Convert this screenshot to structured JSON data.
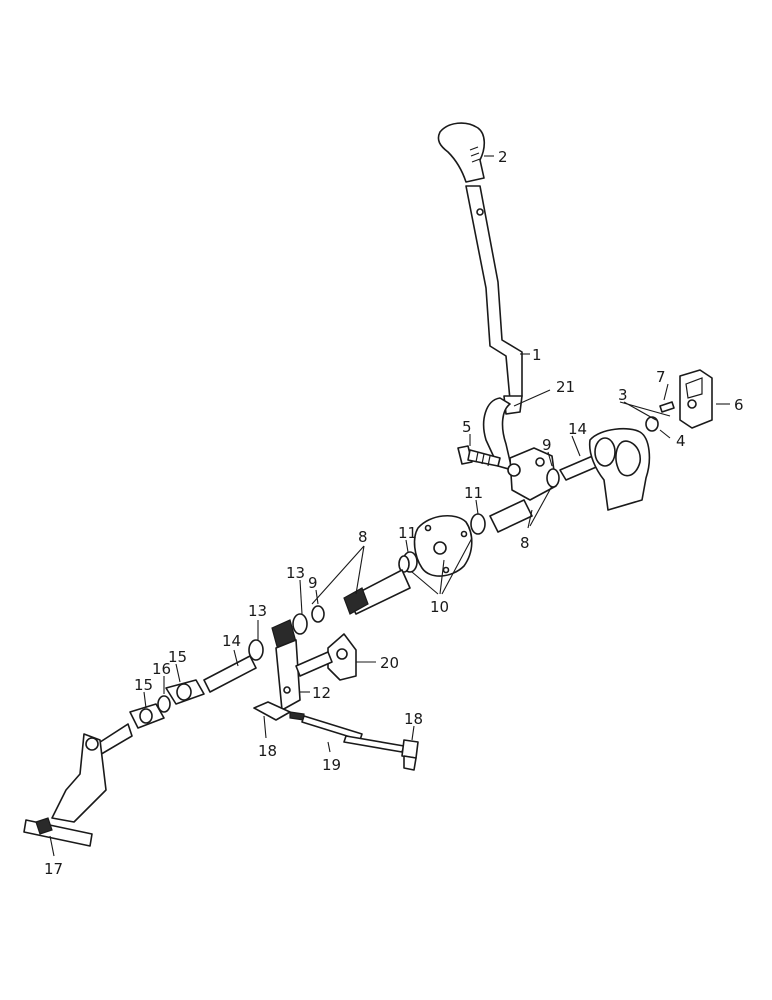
{
  "callouts": [
    {
      "id": "c2",
      "label": "2"
    },
    {
      "id": "c1",
      "label": "1"
    },
    {
      "id": "c21",
      "label": "21"
    },
    {
      "id": "c7",
      "label": "7"
    },
    {
      "id": "c3",
      "label": "3"
    },
    {
      "id": "c6",
      "label": "6"
    },
    {
      "id": "c4",
      "label": "4"
    },
    {
      "id": "c5",
      "label": "5"
    },
    {
      "id": "c9a",
      "label": "9"
    },
    {
      "id": "c14a",
      "label": "14"
    },
    {
      "id": "c11a",
      "label": "11"
    },
    {
      "id": "c11b",
      "label": "11"
    },
    {
      "id": "c8a",
      "label": "8"
    },
    {
      "id": "c8b",
      "label": "8"
    },
    {
      "id": "c10",
      "label": "10"
    },
    {
      "id": "c13a",
      "label": "13"
    },
    {
      "id": "c9b",
      "label": "9"
    },
    {
      "id": "c13b",
      "label": "13"
    },
    {
      "id": "c14b",
      "label": "14"
    },
    {
      "id": "c15a",
      "label": "15"
    },
    {
      "id": "c16",
      "label": "16"
    },
    {
      "id": "c15b",
      "label": "15"
    },
    {
      "id": "c20",
      "label": "20"
    },
    {
      "id": "c12",
      "label": "12"
    },
    {
      "id": "c18a",
      "label": "18"
    },
    {
      "id": "c18b",
      "label": "18"
    },
    {
      "id": "c19",
      "label": "19"
    },
    {
      "id": "c17",
      "label": "17"
    }
  ]
}
